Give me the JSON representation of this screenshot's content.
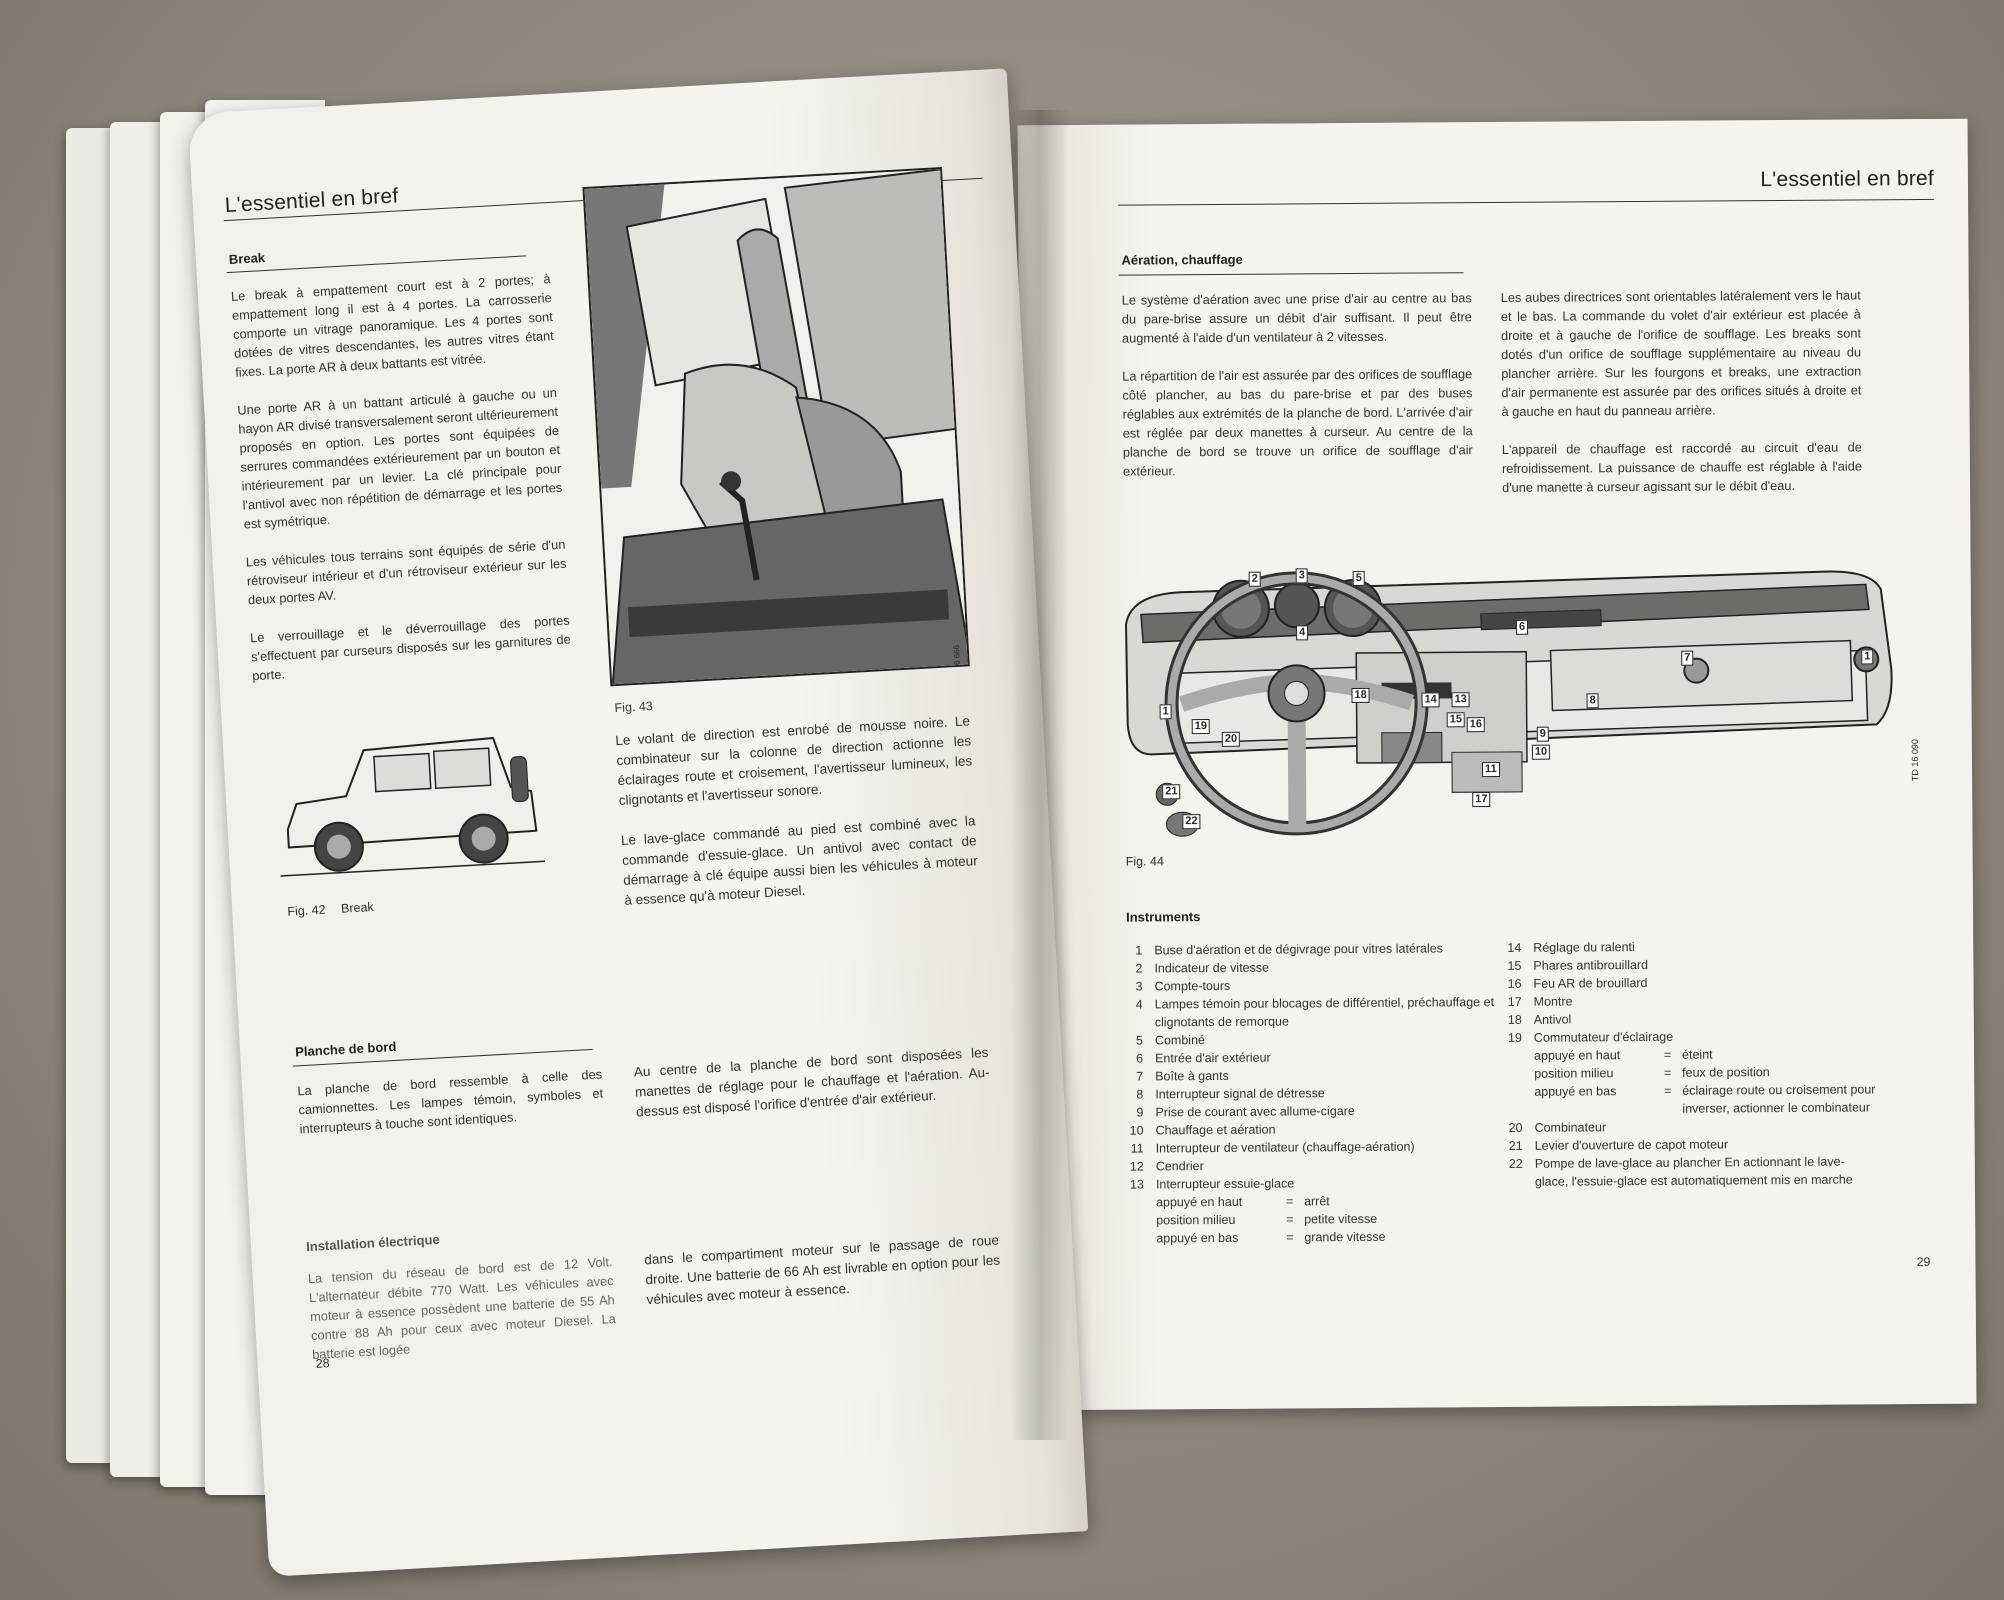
{
  "left_page": {
    "running_head": "L'essentiel en bref",
    "page_number": "28",
    "break_section": {
      "title": "Break",
      "paragraphs": [
        "Le break à empattement court est à 2 portes; à empattement long il est à 4 portes. La carrosserie comporte un vitrage panoramique. Les 4 portes sont dotées de vitres descendantes, les autres vitres étant fixes. La porte AR à deux battants est vitrée.",
        "Une porte AR à un battant articulé à gauche ou un hayon AR divisé transversalement seront ultérieurement proposés en option. Les portes sont équipées de serrures commandées extérieurement par un bouton et intérieurement par un levier. La clé principale pour l'antivol avec non répétition de démarrage et les portes est symétrique.",
        "Les véhicules tous terrains sont équipés de série d'un rétroviseur intérieur et d'un rétroviseur extérieur sur les deux portes AV.",
        "Le verrouillage et le déverrouillage des portes s'effectuent par curseurs disposés sur les garnitures de porte."
      ]
    },
    "fig43_caption": "Fig. 43",
    "fig43_code": "TD 06 666",
    "fig42_caption": "Fig. 42",
    "fig42_label": "Break",
    "steering_paragraphs": [
      "Le volant de direction est enrobé de mousse noire. Le combinateur sur la colonne de direction actionne les éclairages route et croisement, l'avertisseur lumineux, les clignotants et l'avertisseur sonore.",
      "Le lave-glace commandé au pied est combiné avec la commande d'essuie-glace. Un antivol avec contact de démarrage à clé équipe aussi bien les véhicules à moteur à essence qu'à moteur Diesel."
    ],
    "planche_section": {
      "title": "Planche de bord",
      "col1": "La planche de bord ressemble à celle des camionnettes. Les lampes témoin, symboles et interrupteurs à touche sont identiques.",
      "col2": "Au centre de la planche de bord sont disposées les manettes de réglage pour le chauffage et l'aération. Au-dessus est disposé l'orifice d'entrée d'air extérieur."
    },
    "electric_section": {
      "title": "Installation électrique",
      "col1": "La tension du réseau de bord est de 12 Volt. L'alternateur débite 770 Watt. Les véhicules avec moteur à essence possèdent une batterie de 55 Ah contre 88 Ah pour ceux avec moteur Diesel. La batterie est logée",
      "col2": "dans le compartiment moteur sur le passage de roue droite. Une batterie de 66 Ah est livrable en option pour les véhicules avec moteur à essence."
    }
  },
  "right_page": {
    "running_head": "L'essentiel en bref",
    "page_number": "29",
    "aeration_section": {
      "title": "Aération, chauffage",
      "col1": [
        "Le système d'aération avec une prise d'air au centre au bas du pare-brise assure un débit d'air suffisant. Il peut être augmenté à l'aide d'un ventilateur à 2 vitesses.",
        "La répartition de l'air est assurée par des orifices de soufflage côté plancher, au bas du pare-brise et par des buses réglables aux extrémités de la planche de bord. L'arrivée d'air est réglée par deux manettes à curseur. Au centre de la planche de bord se trouve un orifice de soufflage d'air extérieur."
      ],
      "col2": [
        "Les aubes directrices sont orientables latéralement vers le haut et le bas. La commande du volet d'air extérieur est placée à droite et à gauche de l'orifice de soufflage. Les breaks sont dotés d'un orifice de soufflage supplémentaire au niveau du plancher arrière. Sur les fourgons et breaks, une extraction d'air permanente est assurée par des orifices situés à droite et à gauche en haut du panneau arrière.",
        "L'appareil de chauffage est raccordé au circuit d'eau de refroidissement. La puissance de chauffe est réglable à l'aide d'une manette à curseur agissant sur le débit d'eau."
      ]
    },
    "fig44_caption": "Fig. 44",
    "fig44_code": "TD 16 090",
    "dash_callouts": [
      "1",
      "2",
      "3",
      "4",
      "5",
      "6",
      "7",
      "8",
      "9",
      "10",
      "11",
      "13",
      "14",
      "15",
      "16",
      "17",
      "18",
      "19",
      "20",
      "21",
      "22",
      "1"
    ],
    "instruments": {
      "title": "Instruments",
      "col1": [
        {
          "n": "1",
          "label": "Buse d'aération et de dégivrage pour vitres latérales"
        },
        {
          "n": "2",
          "label": "Indicateur de vitesse"
        },
        {
          "n": "3",
          "label": "Compte-tours"
        },
        {
          "n": "4",
          "label": "Lampes témoin pour blocages de différentiel, préchauffage et clignotants de remorque"
        },
        {
          "n": "5",
          "label": "Combiné"
        },
        {
          "n": "6",
          "label": "Entrée d'air extérieur"
        },
        {
          "n": "7",
          "label": "Boîte à gants"
        },
        {
          "n": "8",
          "label": "Interrupteur signal de détresse"
        },
        {
          "n": "9",
          "label": "Prise de courant avec allume-cigare"
        },
        {
          "n": "10",
          "label": "Chauffage et aération"
        },
        {
          "n": "11",
          "label": "Interrupteur de ventilateur (chauffage-aération)"
        },
        {
          "n": "12",
          "label": "Cendrier"
        },
        {
          "n": "13",
          "label": "Interrupteur essuie-glace"
        }
      ],
      "col1_sub13": [
        {
          "k": "appuyé en haut",
          "eq": "=",
          "v": "arrêt"
        },
        {
          "k": "position milieu",
          "eq": "=",
          "v": "petite vitesse"
        },
        {
          "k": "appuyé en bas",
          "eq": "=",
          "v": "grande vitesse"
        }
      ],
      "col2": [
        {
          "n": "14",
          "label": "Réglage du ralenti"
        },
        {
          "n": "15",
          "label": "Phares antibrouillard"
        },
        {
          "n": "16",
          "label": "Feu AR de brouillard"
        },
        {
          "n": "17",
          "label": "Montre"
        },
        {
          "n": "18",
          "label": "Antivol"
        },
        {
          "n": "19",
          "label": "Commutateur d'éclairage"
        }
      ],
      "col2_sub19": [
        {
          "k": "appuyé en haut",
          "eq": "=",
          "v": "éteint"
        },
        {
          "k": "position milieu",
          "eq": "=",
          "v": "feux de position"
        },
        {
          "k": "appuyé en bas",
          "eq": "=",
          "v": "éclairage route ou croisement pour inverser, actionner le combinateur"
        }
      ],
      "col2_tail": [
        {
          "n": "20",
          "label": "Combinateur"
        },
        {
          "n": "21",
          "label": "Levier d'ouverture de capot moteur"
        },
        {
          "n": "22",
          "label": "Pompe de lave-glace au plancher En actionnant le lave-glace, l'essuie-glace est automatiquement mis en marche"
        }
      ]
    }
  }
}
